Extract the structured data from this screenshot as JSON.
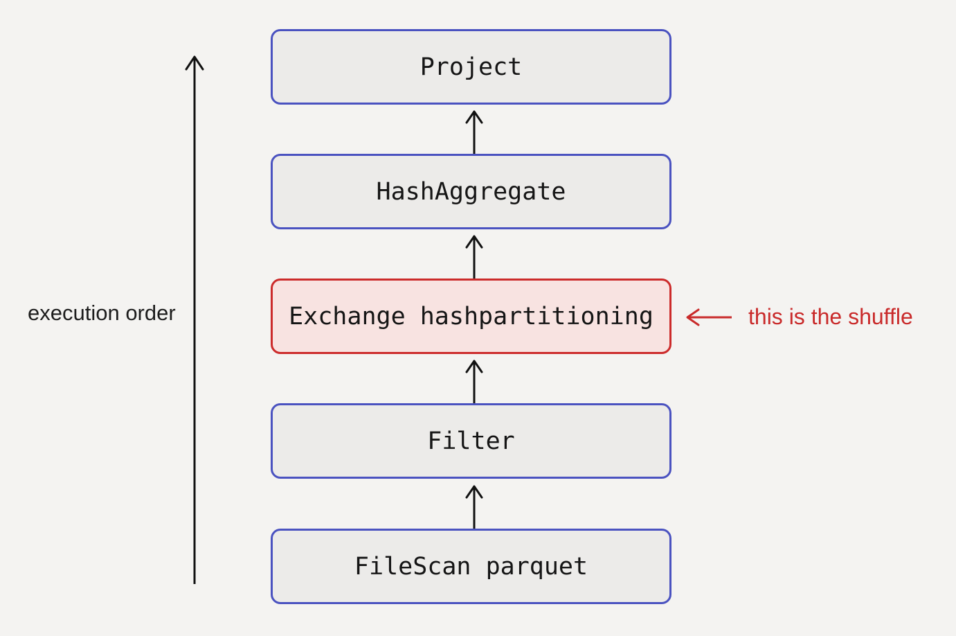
{
  "diagram": {
    "stages": [
      {
        "label": "Project",
        "highlight": false
      },
      {
        "label": "HashAggregate",
        "highlight": false
      },
      {
        "label": "Exchange hashpartitioning",
        "highlight": true
      },
      {
        "label": "Filter",
        "highlight": false
      },
      {
        "label": "FileScan parquet",
        "highlight": false
      }
    ],
    "side_label": "execution order",
    "annotation": "this is the shuffle"
  },
  "colors": {
    "background": "#f4f3f1",
    "node_border": "#4a52c0",
    "node_fill": "#ecebe9",
    "highlight_border": "#cc2b2b",
    "highlight_fill": "#f8e3e1",
    "annotation": "#c92a2a",
    "arrow": "#111111"
  }
}
